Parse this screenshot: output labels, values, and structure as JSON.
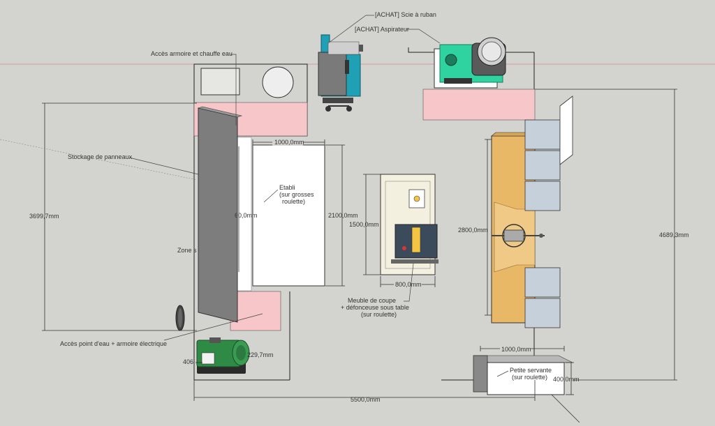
{
  "title": "",
  "labels": {
    "achat_scie": "[ACHAT] Scie à ruban",
    "achat_aspirateur": "[ACHAT] Aspirateur",
    "acces_armoire": "Accès armoire et chauffe eau",
    "stockage": "Stockage de panneaux",
    "etabli_line1": "Etabli",
    "etabli_line2": "(sur grosses",
    "etabli_line3": "roulette)",
    "zone": "Zone s",
    "meuble_line1": "Meuble de coupe",
    "meuble_line2": "+ défonceuse sous table",
    "meuble_line3": "(sur roulette)",
    "acces_point_eau": "Accès point d'eau + armoire électrique",
    "servante_line1": "Petite servante",
    "servante_line2": "(sur roulette)"
  },
  "dimensions": {
    "d_3699": "3699,7mm",
    "d_1000_top": "1000,0mm",
    "d_2100": "2100,0mm",
    "d_600_partial": "60,0mm",
    "d_1500": "1500,0mm",
    "d_800": "800,0mm",
    "d_2800": "2800,0mm",
    "d_4689": "4689,3mm",
    "d_1000_bottom": "1000,0mm",
    "d_400": "400,0mm",
    "d_5500": "5500,0mm",
    "d_406": "406",
    "d_229": "229,7mm"
  },
  "colors": {
    "background": "#d3d3d0",
    "clearance_zone": "#f7c6c9",
    "wood": "#e8b866",
    "drawer_box": "#c5d0da",
    "machine_teal": "#1fa0b4",
    "machine_green": "#2e8a45",
    "panel_gray": "#808080"
  }
}
